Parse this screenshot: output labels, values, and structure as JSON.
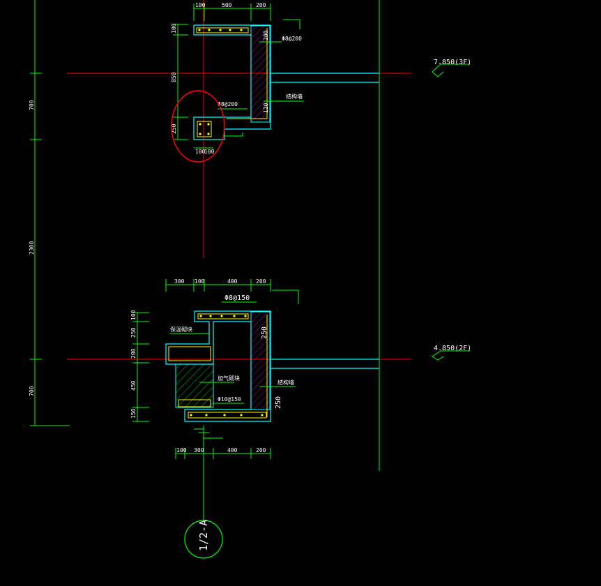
{
  "colors": {
    "background": "#000000",
    "dimension_line": "#00ff00",
    "outline": "#00ffff",
    "grid_line": "#ff0000",
    "rebar": "#ffff00",
    "highlight_circle": "#ff0000",
    "text": "#ffffff"
  },
  "levels": {
    "upper": "7.850(3F)",
    "lower": "4.850(2F)"
  },
  "axis_label": "1/2-A",
  "left_dims": {
    "d1": "700",
    "d2": "2300",
    "d3": "700"
  },
  "upper_section": {
    "top_dims": [
      "100",
      "500",
      "200"
    ],
    "side_dims": [
      "100",
      "850",
      "250"
    ],
    "bottom_dims": [
      "100",
      "100"
    ],
    "right_dims": [
      "200",
      "120"
    ],
    "rebar_top": "Φ8@200",
    "rebar_mid": "Φ8@200",
    "label_wall": "结构墙"
  },
  "lower_section": {
    "top_dims": [
      "300",
      "100",
      "400",
      "200"
    ],
    "side_dims": [
      "100",
      "250",
      "200",
      "450",
      "150"
    ],
    "bottom_dims": [
      "100",
      "300",
      "400",
      "200"
    ],
    "right_dims": [
      "250",
      "250"
    ],
    "rebar_top": "Φ8@150",
    "rebar_bottom": "Φ10@150",
    "label_a": "保温砌块",
    "label_b": "加气砌块",
    "label_wall": "结构墙"
  }
}
